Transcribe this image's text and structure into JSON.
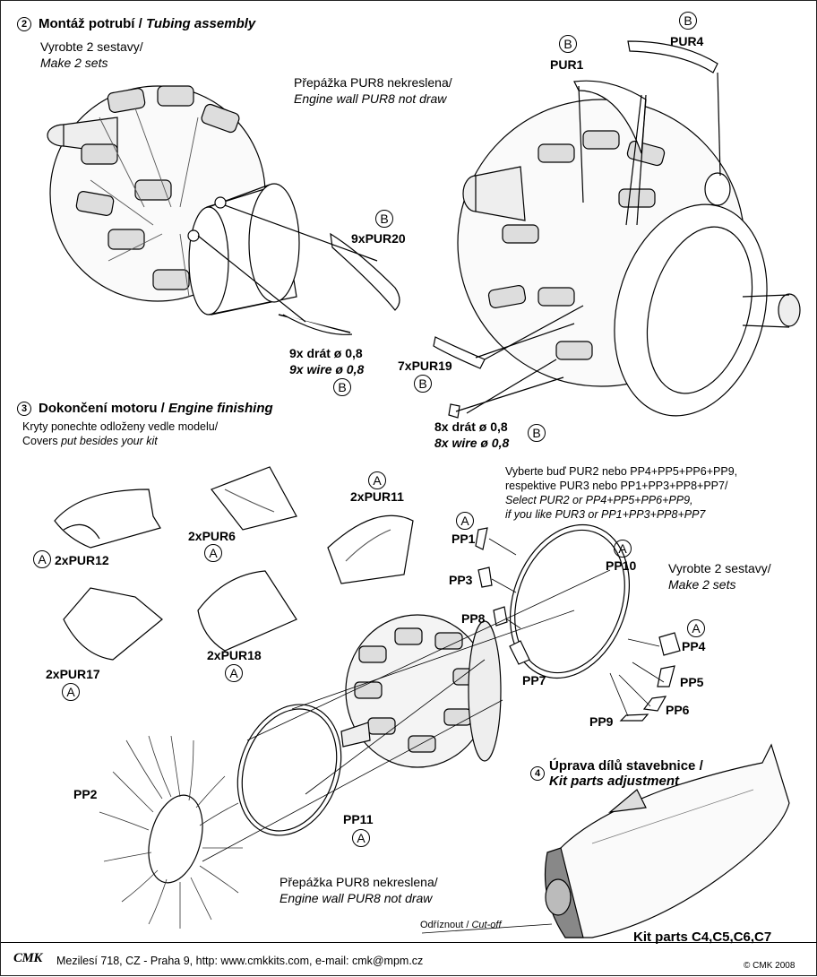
{
  "section2": {
    "number": "2",
    "title_cz": "Montáž potrubí / ",
    "title_en": "Tubing assembly",
    "note1_cz": "Vyrobte 2 sestavy/",
    "note1_en": "Make 2 sets",
    "note2_cz": "Přepážka PUR8 nekreslena/",
    "note2_en": "Engine wall PUR8 not draw",
    "label_9xpur20": "9xPUR20",
    "label_pur1": "PUR1",
    "label_pur4": "PUR4",
    "label_wire_cz": "9x drát ø 0,8",
    "label_wire_en": "9x wire ø 0,8",
    "label_7xpur19": "7xPUR19",
    "label_8xwire_cz": "8x drát ø 0,8",
    "label_8xwire_en": "8x wire ø 0,8"
  },
  "section3": {
    "number": "3",
    "title_cz": "Dokončení motoru / ",
    "title_en": "Engine finishing",
    "note_cz": "Kryty ponechte odloženy vedle modelu/",
    "note_en_prefix": "Covers ",
    "note_en_italic": "put besides your kit",
    "select_line1": "Vyberte buď PUR2 nebo PP4+PP5+PP6+PP9,",
    "select_line2": "respektive PUR3 nebo PP1+PP3+PP8+PP7/",
    "select_line3": "Select PUR2 or PP4+PP5+PP6+PP9,",
    "select_line4": "if you like PUR3 or PP1+PP3+PP8+PP7",
    "make_cz": "Vyrobte 2 sestavy/",
    "make_en": "Make 2 sets",
    "parts": {
      "pur12": "2xPUR12",
      "pur6": "2xPUR6",
      "pur11": "2xPUR11",
      "pur17": "2xPUR17",
      "pur18": "2xPUR18",
      "pp1": "PP1",
      "pp3": "PP3",
      "pp8": "PP8",
      "pp7": "PP7",
      "pp10": "PP10",
      "pp4": "PP4",
      "pp5": "PP5",
      "pp6": "PP6",
      "pp9": "PP9",
      "pp2": "PP2",
      "pp11": "PP11"
    },
    "wall_cz": "Přepážka PUR8 nekreslena/",
    "wall_en": "Engine wall PUR8 not draw"
  },
  "section4": {
    "number": "4",
    "title_cz": "Úprava dílů stavebnice /",
    "title_en": "Kit parts adjustment",
    "cutoff_cz": "Odříznout / ",
    "cutoff_en": "Cut-off",
    "kit_parts": "Kit parts C4,C5,C6,C7"
  },
  "sheet_letters": {
    "a": "A",
    "b": "B"
  },
  "footer": {
    "logo": "CMK",
    "address": "Mezilesí 718, CZ - Praha 9,  http: www.cmkkits.com, e-mail: cmk@mpm.cz",
    "copyright": "© CMK 2008"
  }
}
